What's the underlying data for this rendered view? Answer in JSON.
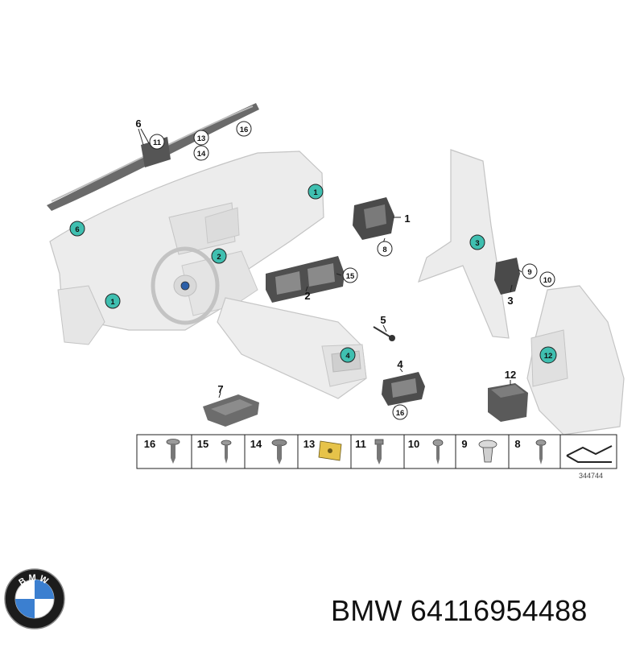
{
  "diagram": {
    "part_labels": [
      "1",
      "2",
      "3",
      "4",
      "5",
      "6",
      "7",
      "8",
      "9",
      "10",
      "11",
      "12",
      "13",
      "14",
      "15",
      "16",
      "1",
      "2",
      "4",
      "6",
      "3",
      "12"
    ],
    "callouts": {
      "c11": "11",
      "c13": "13",
      "c14": "14",
      "c16_top": "16",
      "c8": "8",
      "c9": "9",
      "c10": "10",
      "c15": "15",
      "c16_bottom": "16",
      "hl_1_top": "1",
      "hl_1_left": "1",
      "hl_2": "2",
      "hl_3": "3",
      "hl_4": "4",
      "hl_6": "6",
      "hl_12": "12"
    },
    "labels": {
      "l1": "1",
      "l2": "2",
      "l3": "3",
      "l4": "4",
      "l5": "5",
      "l6": "6",
      "l7": "7",
      "l12": "12"
    },
    "fastener_strip": [
      "16",
      "15",
      "14",
      "13",
      "11",
      "10",
      "9",
      "8"
    ],
    "reference_number": "344744",
    "colors": {
      "highlight": "#3fbfb0",
      "part_fill": "#efefef",
      "outline": "#b9b9b9",
      "dark_part": "#4a4a4a"
    }
  },
  "caption": {
    "brand": "BMW",
    "part_number": "64116954488"
  },
  "logo": {
    "icon": "bmw-roundel",
    "letters": "BMW"
  }
}
